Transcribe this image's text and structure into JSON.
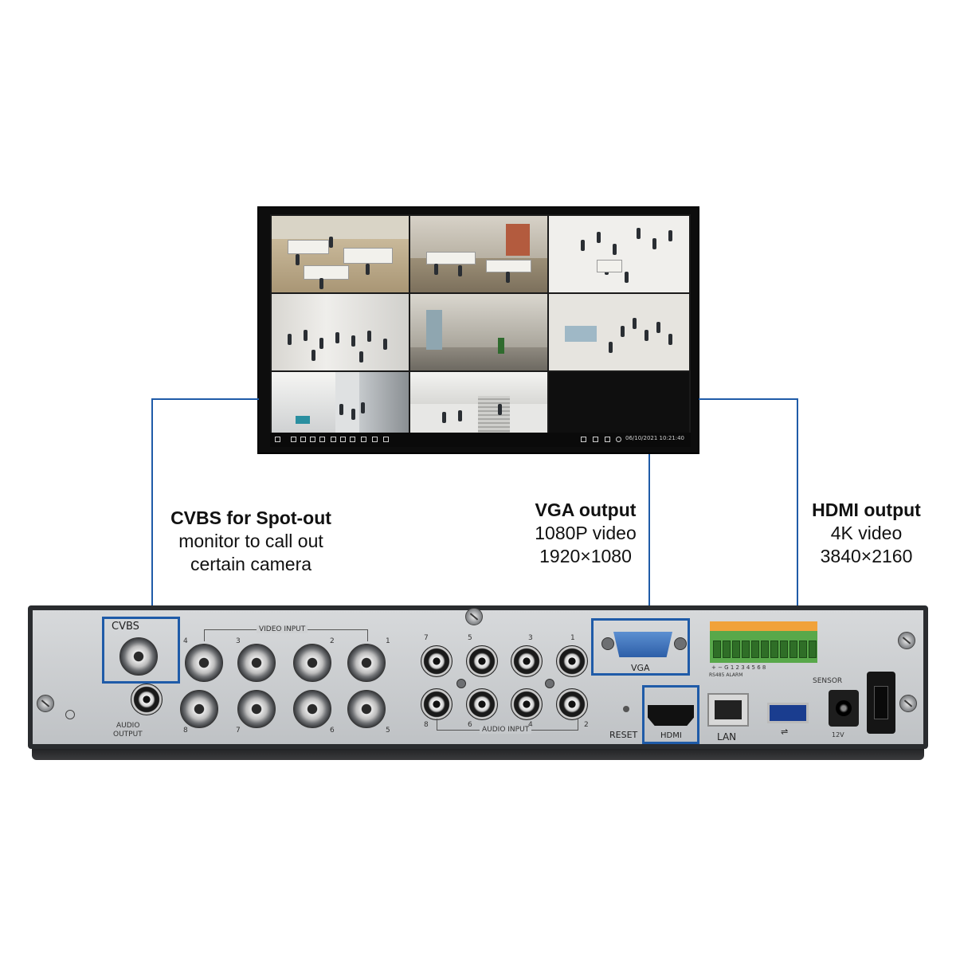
{
  "monitor": {
    "datetime": "06/10/2021 10:21:40",
    "cameras": [
      "office-overhead",
      "office-desks",
      "lobby-crowd",
      "hall-overhead",
      "corridor",
      "lobby-standing",
      "lounge",
      "stairway",
      "empty"
    ]
  },
  "callouts": {
    "cvbs": {
      "title": "CVBS for Spot-out",
      "line2": "monitor to call out",
      "line3": "certain camera"
    },
    "vga": {
      "title": "VGA output",
      "line2": "1080P video",
      "line3": "1920×1080"
    },
    "hdmi": {
      "title": "HDMI output",
      "line2": "4K video",
      "line3": "3840×2160"
    }
  },
  "panel": {
    "cvbs": "CVBS",
    "video_input": "VIDEO INPUT",
    "audio_output_1": "AUDIO",
    "audio_output_2": "OUTPUT",
    "audio_input": "AUDIO INPUT",
    "vga": "VGA",
    "hdmi": "HDMI",
    "lan": "LAN",
    "reset": "RESET",
    "sensor": "SENSOR",
    "alarm_label": "RS485 ALARM",
    "power": "12V",
    "video_top_numbers": [
      "4",
      "3",
      "2",
      "1"
    ],
    "video_bottom_numbers": [
      "8",
      "7",
      "6",
      "5"
    ],
    "audio_top_numbers": [
      "7",
      "5",
      "3",
      "1"
    ],
    "audio_bottom_numbers": [
      "8",
      "6",
      "4",
      "2"
    ],
    "terminal_numbers": "+ − G 1 2 3 4 5 6 8"
  },
  "colors": {
    "accent": "#1f5ba8",
    "chassis": "#2a2c2f",
    "panel": "#c9cbce"
  }
}
